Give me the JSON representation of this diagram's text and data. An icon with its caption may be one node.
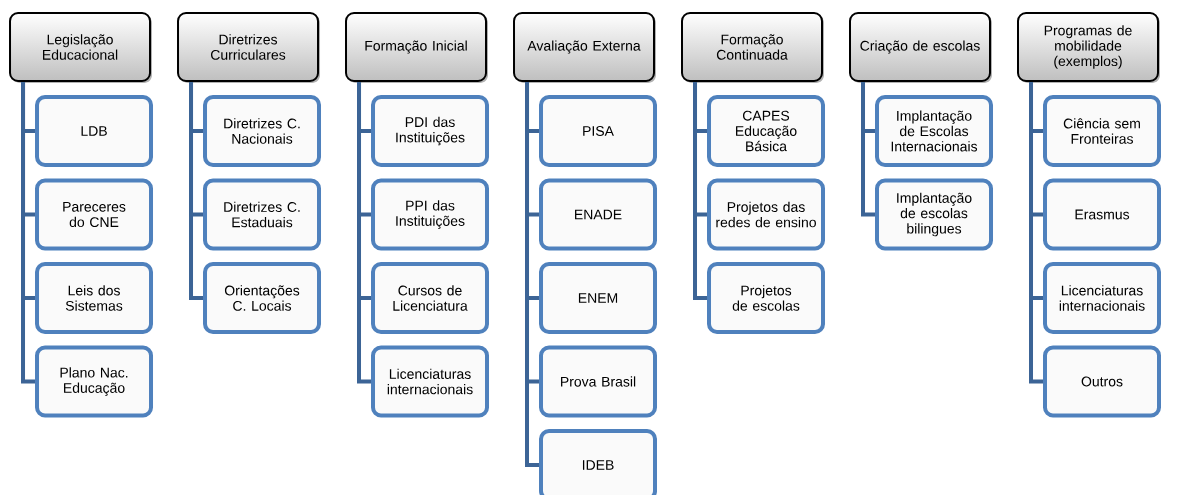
{
  "diagram": {
    "nodes": [
      {
        "text": [
          "Legislação Educacional"
        ]
      },
      {
        "text": [
          "LDB"
        ]
      },
      {
        "text": [
          "Pareceres do CNE"
        ]
      },
      {
        "text": [
          "Leis dos Sistemas"
        ]
      },
      {
        "text": [
          "Plano Nac. Educação"
        ]
      },
      {
        "text": [
          "Diretrizes Curriculares"
        ]
      },
      {
        "text": [
          "Diretrizes C. Nacionais"
        ]
      },
      {
        "text": [
          "Diretrizes C. Estaduais"
        ]
      },
      {
        "text": [
          "Orientações C. Locais"
        ]
      },
      {
        "text": [
          "Formação Inicial"
        ]
      },
      {
        "text": [
          "PDI das Instituições"
        ]
      },
      {
        "text": [
          "PPI das Instituições"
        ]
      },
      {
        "text": [
          "Cursos de Licenciatura"
        ]
      },
      {
        "text": [
          "Licenciaturas internacionais"
        ]
      },
      {
        "text": [
          "Avaliação Externa"
        ]
      },
      {
        "text": [
          "PISA"
        ]
      },
      {
        "text": [
          "ENADE"
        ]
      },
      {
        "text": [
          "ENEM"
        ]
      },
      {
        "text": [
          "Prova Brasil"
        ]
      },
      {
        "text": [
          "IDEB"
        ]
      },
      {
        "text": [
          "Formação Continuada"
        ]
      },
      {
        "text": [
          "CAPES Educação Básica"
        ]
      },
      {
        "text": [
          "Projetos das redes de ensino"
        ]
      },
      {
        "text": [
          "Projetos de escolas"
        ]
      },
      {
        "text": [
          "Criação de escolas"
        ]
      },
      {
        "text": [
          "Implantação de Escolas Internacionais"
        ]
      },
      {
        "text": [
          "Implantação de escolas bilingues"
        ]
      },
      {
        "text": [
          "Programas de mobilidade (exemplos)"
        ]
      },
      {
        "text": [
          "Ciência sem Fronteiras"
        ]
      },
      {
        "text": [
          "Erasmus"
        ]
      },
      {
        "text": [
          "Licenciaturas internacionais"
        ]
      },
      {
        "text": [
          "Outros"
        ]
      }
    ],
    "edges": [
      {
        "from": 0,
        "to": 1,
        "arrow": "none"
      },
      {
        "from": 0,
        "to": 2,
        "arrow": "none"
      },
      {
        "from": 0,
        "to": 3,
        "arrow": "none"
      },
      {
        "from": 0,
        "to": 4,
        "arrow": "none"
      },
      {
        "from": 5,
        "to": 6,
        "arrow": "none"
      },
      {
        "from": 5,
        "to": 7,
        "arrow": "none"
      },
      {
        "from": 5,
        "to": 8,
        "arrow": "none"
      },
      {
        "from": 9,
        "to": 10,
        "arrow": "none"
      },
      {
        "from": 9,
        "to": 11,
        "arrow": "none"
      },
      {
        "from": 9,
        "to": 12,
        "arrow": "none"
      },
      {
        "from": 9,
        "to": 13,
        "arrow": "none"
      },
      {
        "from": 14,
        "to": 15,
        "arrow": "none"
      },
      {
        "from": 14,
        "to": 16,
        "arrow": "none"
      },
      {
        "from": 14,
        "to": 17,
        "arrow": "none"
      },
      {
        "from": 14,
        "to": 18,
        "arrow": "none"
      },
      {
        "from": 14,
        "to": 19,
        "arrow": "none"
      },
      {
        "from": 20,
        "to": 21,
        "arrow": "none"
      },
      {
        "from": 20,
        "to": 22,
        "arrow": "none"
      },
      {
        "from": 20,
        "to": 23,
        "arrow": "none"
      },
      {
        "from": 24,
        "to": 25,
        "arrow": "none"
      },
      {
        "from": 24,
        "to": 26,
        "arrow": "none"
      },
      {
        "from": 27,
        "to": 28,
        "arrow": "none"
      },
      {
        "from": 27,
        "to": 29,
        "arrow": "none"
      },
      {
        "from": 27,
        "to": 30,
        "arrow": "none"
      },
      {
        "from": 27,
        "to": 31,
        "arrow": "none"
      }
    ]
  }
}
